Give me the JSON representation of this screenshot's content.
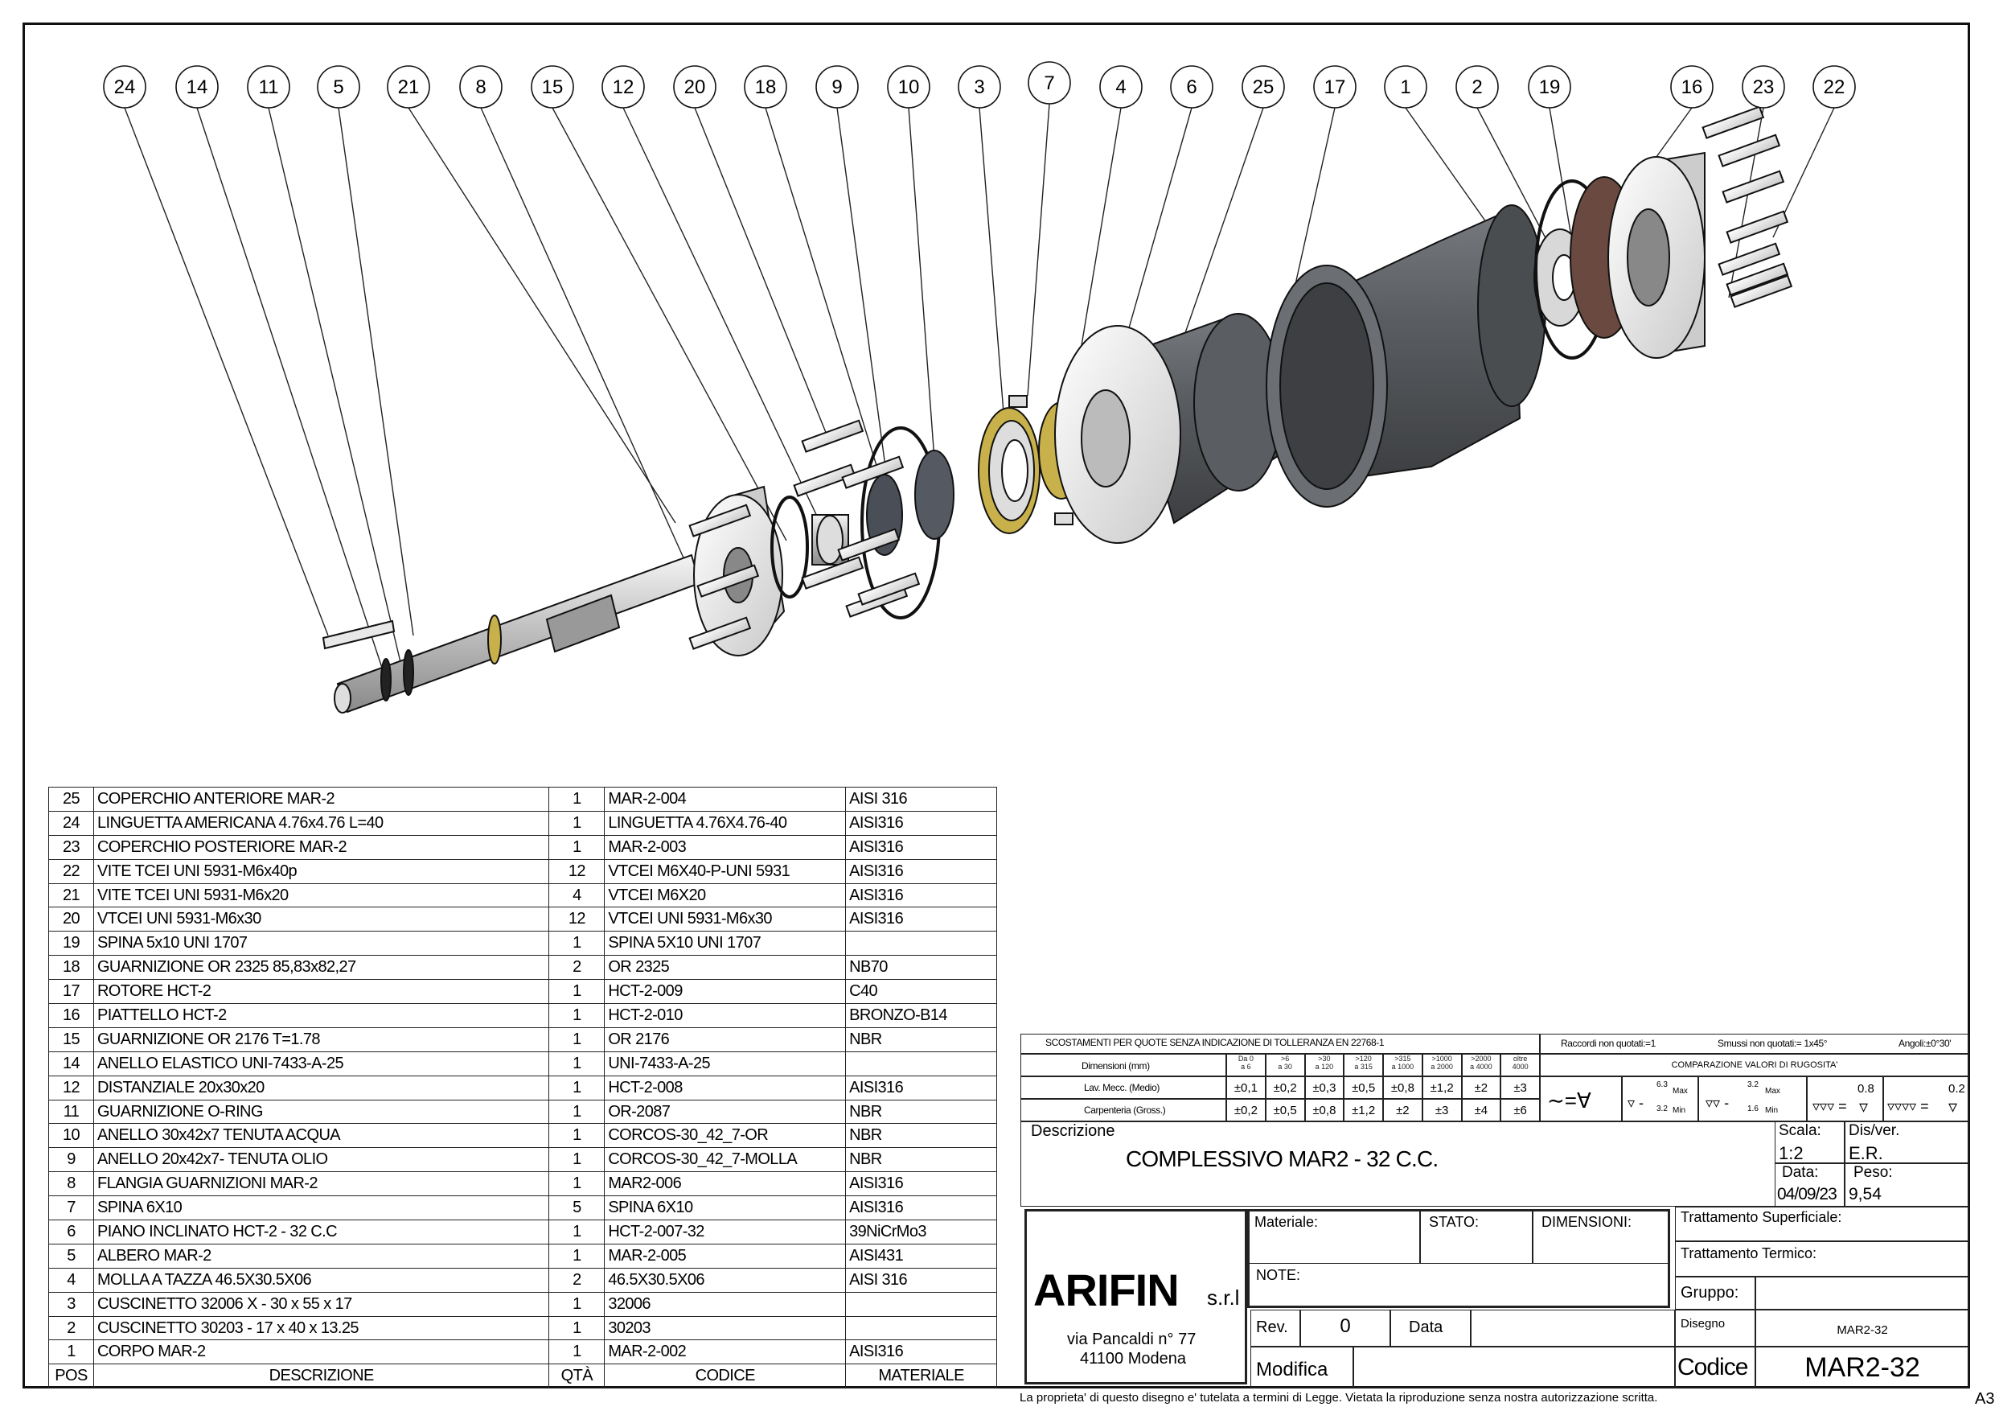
{
  "balloons": [
    "24",
    "14",
    "11",
    "5",
    "21",
    "8",
    "15",
    "12",
    "20",
    "18",
    "9",
    "10",
    "3",
    "7",
    "4",
    "6",
    "25",
    "17",
    "1",
    "2",
    "19",
    "16",
    "23",
    "22"
  ],
  "bom": {
    "headers": [
      "POS",
      "DESCRIZIONE",
      "QTÀ",
      "CODICE",
      "MATERIALE"
    ],
    "rows": [
      [
        "25",
        "COPERCHIO ANTERIORE MAR-2",
        "1",
        "MAR-2-004",
        "AISI 316"
      ],
      [
        "24",
        "LINGUETTA AMERICANA 4.76x4.76 L=40",
        "1",
        "LINGUETTA 4.76X4.76-40",
        "AISI316"
      ],
      [
        "23",
        "COPERCHIO POSTERIORE MAR-2",
        "1",
        "MAR-2-003",
        "AISI316"
      ],
      [
        "22",
        "VITE TCEI UNI 5931-M6x40p",
        "12",
        "VTCEI M6X40-P-UNI 5931",
        "AISI316"
      ],
      [
        "21",
        "VITE TCEI UNI 5931-M6x20",
        "4",
        "VTCEI M6X20",
        "AISI316"
      ],
      [
        "20",
        "VTCEI UNI 5931-M6x30",
        "12",
        "VTCEI UNI 5931-M6x30",
        "AISI316"
      ],
      [
        "19",
        "SPINA 5x10 UNI 1707",
        "1",
        "SPINA 5X10 UNI 1707",
        ""
      ],
      [
        "18",
        "GUARNIZIONE OR 2325 85,83x82,27",
        "2",
        "OR 2325",
        "NB70"
      ],
      [
        "17",
        "ROTORE HCT-2",
        "1",
        "HCT-2-009",
        "C40"
      ],
      [
        "16",
        "PIATTELLO HCT-2",
        "1",
        "HCT-2-010",
        "BRONZO-B14"
      ],
      [
        "15",
        "GUARNIZIONE OR 2176 T=1.78",
        "1",
        "OR 2176",
        "NBR"
      ],
      [
        "14",
        "ANELLO ELASTICO UNI-7433-A-25",
        "1",
        "UNI-7433-A-25",
        ""
      ],
      [
        "12",
        "DISTANZIALE 20x30x20",
        "1",
        "HCT-2-008",
        "AISI316"
      ],
      [
        "11",
        "GUARNIZIONE O-RING",
        "1",
        "OR-2087",
        "NBR"
      ],
      [
        "10",
        "ANELLO 30x42x7 TENUTA ACQUA",
        "1",
        "CORCOS-30_42_7-OR",
        "NBR"
      ],
      [
        "9",
        "ANELLO 20x42x7- TENUTA OLIO",
        "1",
        "CORCOS-30_42_7-MOLLA",
        "NBR"
      ],
      [
        "8",
        "FLANGIA GUARNIZIONI MAR-2",
        "1",
        "MAR2-006",
        "AISI316"
      ],
      [
        "7",
        "SPINA 6X10",
        "5",
        "SPINA 6X10",
        "AISI316"
      ],
      [
        "6",
        "PIANO INCLINATO HCT-2 - 32 C.C",
        "1",
        "HCT-2-007-32",
        "39NiCrMo3"
      ],
      [
        "5",
        "ALBERO MAR-2",
        "1",
        "MAR-2-005",
        "AISI431"
      ],
      [
        "4",
        "MOLLA A TAZZA 46.5X30.5X06",
        "2",
        "46.5X30.5X06",
        "AISI 316"
      ],
      [
        "3",
        "CUSCINETTO 32006 X - 30 x 55 x 17",
        "1",
        "32006",
        ""
      ],
      [
        "2",
        "CUSCINETTO 30203 - 17 x 40 x 13.25",
        "1",
        "30203",
        ""
      ],
      [
        "1",
        "CORPO MAR-2",
        "1",
        "MAR-2-002",
        "AISI316"
      ]
    ]
  },
  "tolerance": {
    "title": "SCOSTAMENTI PER QUOTE SENZA INDICAZIONE DI TOLLERANZA   EN 22768-1",
    "dims_label": "Dimensioni  (mm)",
    "ranges": [
      [
        "Da 0",
        "a 6"
      ],
      [
        ">6",
        "a 30"
      ],
      [
        ">30",
        "a 120"
      ],
      [
        ">120",
        "a 315"
      ],
      [
        ">315",
        "a 1000"
      ],
      [
        ">1000",
        "a 2000"
      ],
      [
        ">2000",
        "a 4000"
      ],
      [
        "oltre",
        "4000"
      ]
    ],
    "rows": [
      {
        "label": "Lav. Mecc. (Medio)",
        "values": [
          "±0,1",
          "±0,2",
          "±0,3",
          "±0,5",
          "±0,8",
          "±1,2",
          "±2",
          "±3"
        ]
      },
      {
        "label": "Carpenteria (Gross.)",
        "values": [
          "±0,2",
          "±0,5",
          "±0,8",
          "±1,2",
          "±2",
          "±3",
          "±4",
          "±6"
        ]
      }
    ],
    "raccordi": "Raccordi non quotati:=1",
    "smussi": "Smussi non quotati:= 1x45°",
    "angoli": "Angoli:±0°30'",
    "rugosita_title": "COMPARAZIONE VALORI DI RUGOSITA'",
    "rugosita": {
      "a_max": "6.3",
      "a_min": "3.2",
      "b_max": "3.2",
      "b_min": "1.6",
      "max": "Max",
      "min": "Min",
      "c": "0.8",
      "d": "0.2"
    }
  },
  "title_block": {
    "descrizione_label": "Descrizione",
    "descrizione": "COMPLESSIVO MAR2 - 32 C.C.",
    "scala_label": "Scala:",
    "scala": "1:2",
    "disver_label": "Dis/ver.",
    "disver": "E.R.",
    "data_label": "Data:",
    "data": "04/09/23",
    "peso_label": "Peso:",
    "peso": "9,54",
    "company": "ARIFIN",
    "company_suffix": "s.r.l",
    "address1": "via Pancaldi n° 77",
    "address2": "41100 Modena",
    "materiale_label": "Materiale:",
    "stato_label": "STATO:",
    "dimensioni_label": "DIMENSIONI:",
    "note_label": "NOTE:",
    "rev_label": "Rev.",
    "rev": "0",
    "rev_data_label": "Data",
    "modifica_label": "Modifica",
    "tratt_sup_label": "Trattamento Superficiale:",
    "tratt_term_label": "Trattamento Termico:",
    "gruppo_label": "Gruppo:",
    "disegno_label": "Disegno",
    "disegno": "MAR2-32",
    "codice_label": "Codice",
    "codice": "MAR2-32"
  },
  "footer": {
    "notice": "La proprieta' di questo disegno e' tutelata a termini di Legge.  Vietata la riproduzione senza nostra autorizzazione scritta.",
    "format": "A3"
  }
}
